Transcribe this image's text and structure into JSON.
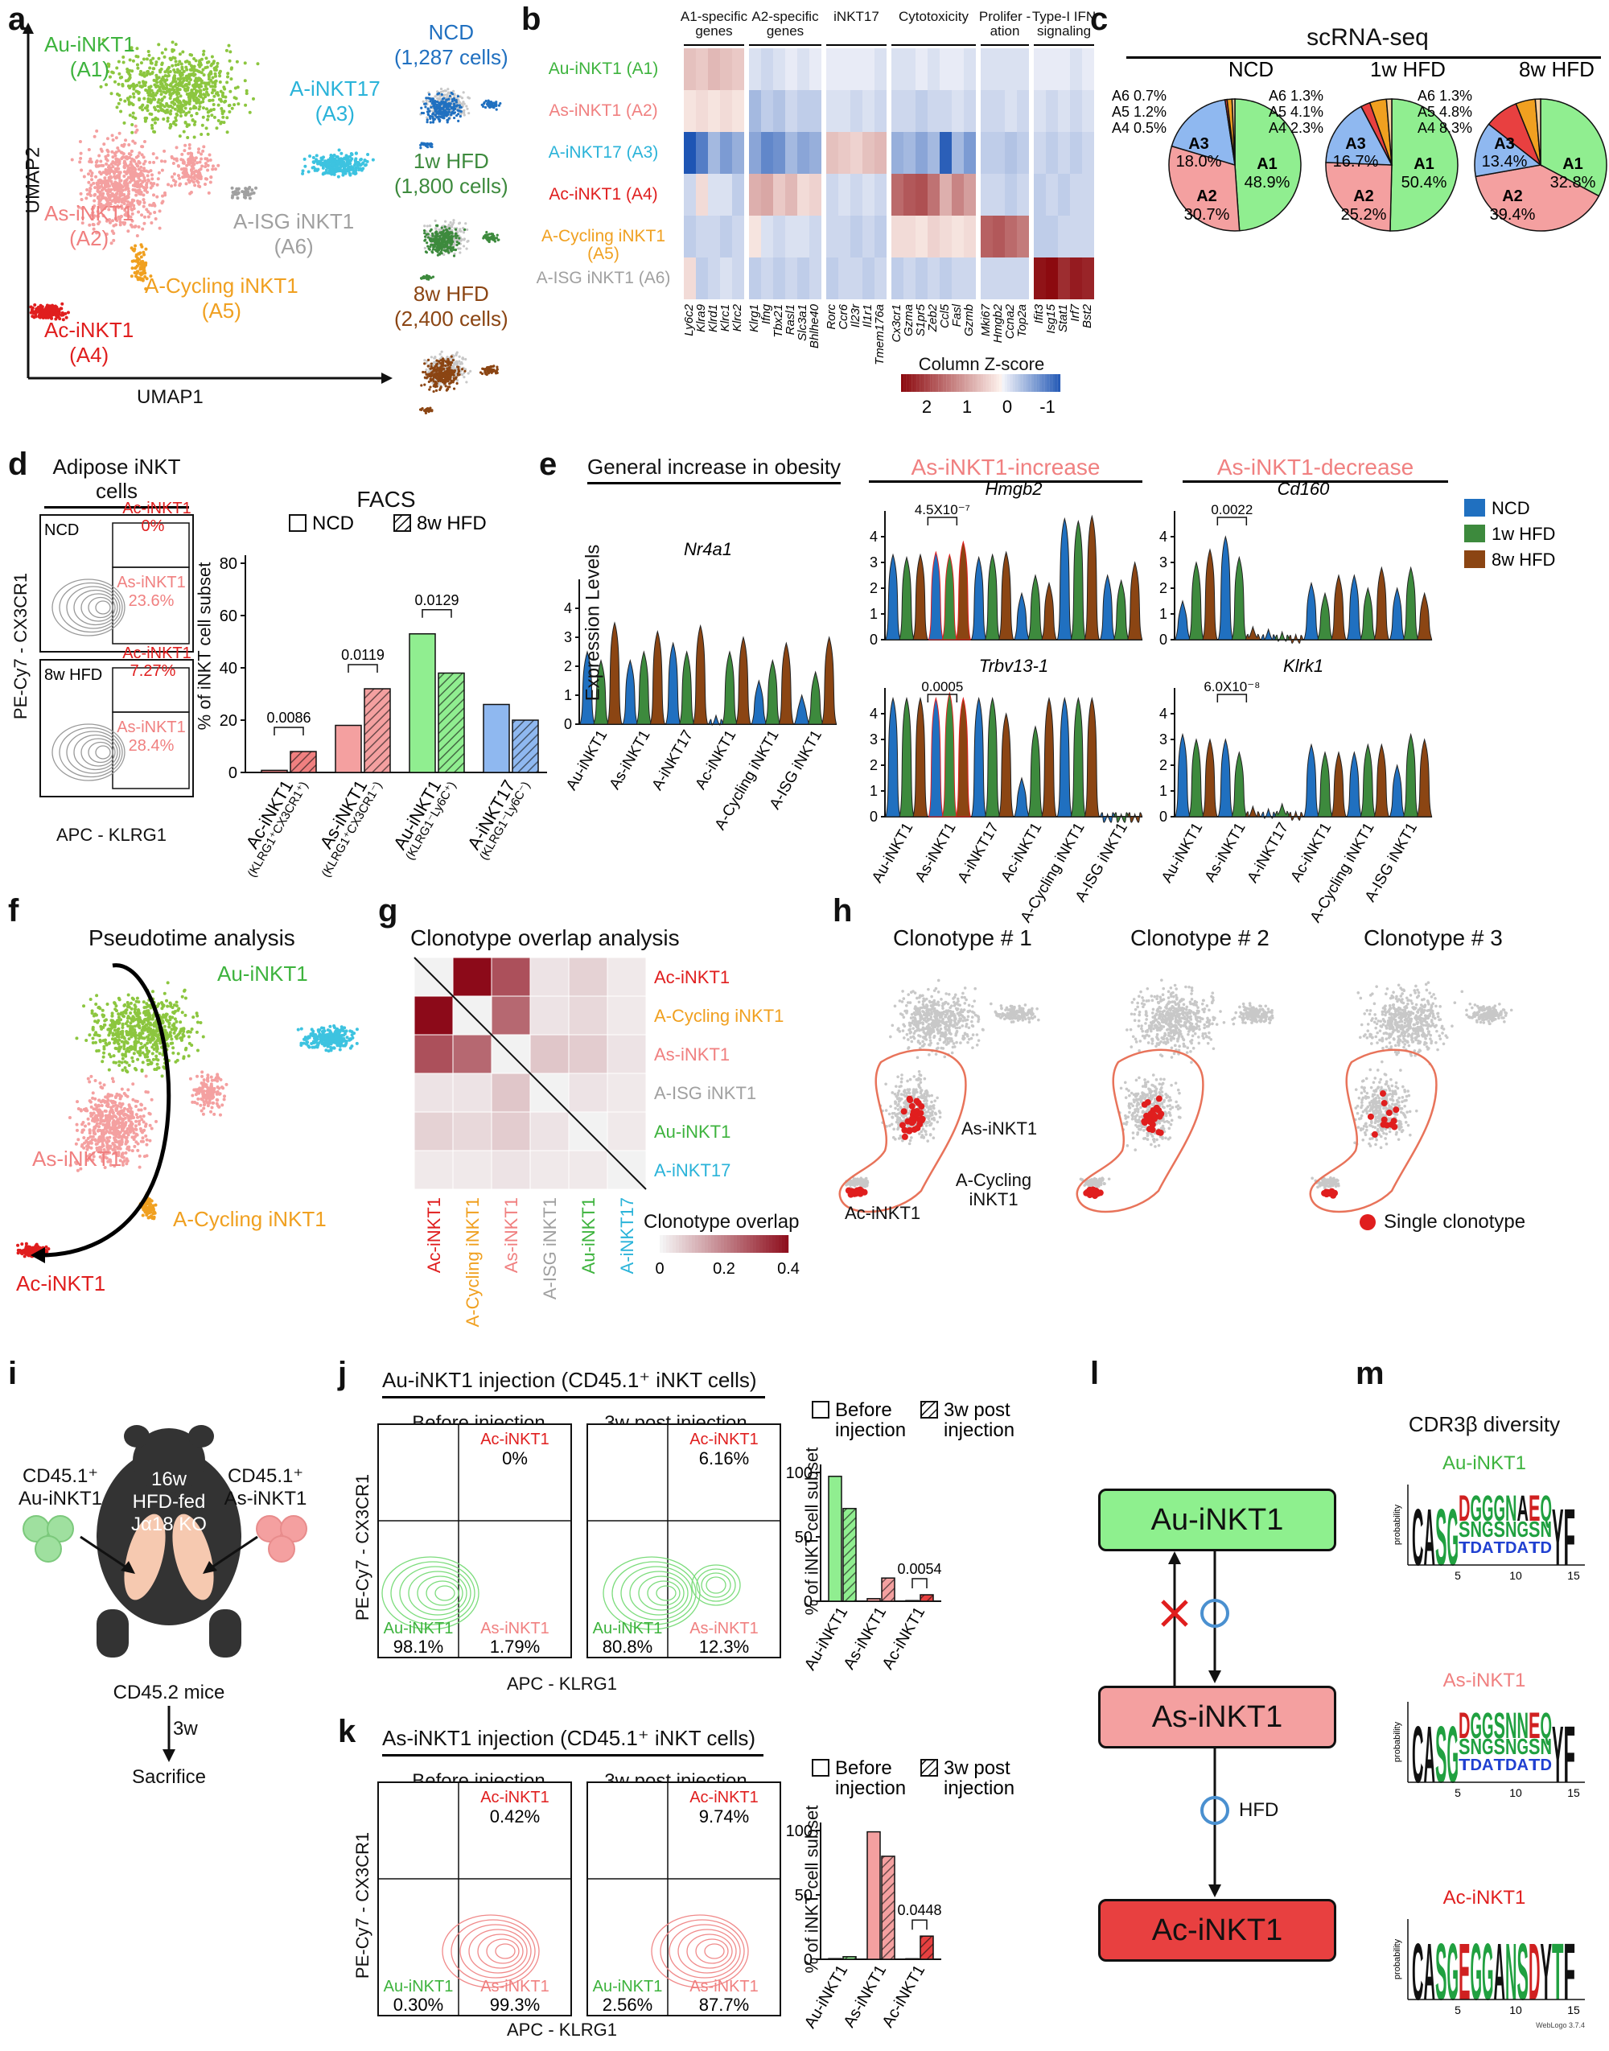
{
  "colors": {
    "au": "#3db33d",
    "as": "#f08080",
    "a17": "#2ab3d9",
    "ac": "#e01e1e",
    "cyc": "#f0a020",
    "isg": "#a0a0a0",
    "ncd": "#2070c0",
    "hfd1": "#3d8a3d",
    "hfd8": "#8b4513",
    "au_fill": "#8ef08e",
    "as_fill": "#f4a0a0",
    "ac_fill": "#e84040"
  },
  "a": {
    "label": "a",
    "umap1": "UMAP1",
    "umap2": "UMAP2",
    "clusters": [
      {
        "name": "Au-iNKT1",
        "code": "(A1)"
      },
      {
        "name": "A-iNKT17",
        "code": "(A3)"
      },
      {
        "name": "As-iNKT1",
        "code": "(A2)"
      },
      {
        "name": "A-ISG iNKT1",
        "code": "(A6)"
      },
      {
        "name": "A-Cycling iNKT1",
        "code": "(A5)"
      },
      {
        "name": "Ac-iNKT1",
        "code": "(A4)"
      }
    ],
    "conditions": [
      {
        "name": "NCD",
        "cells": "(1,287 cells)"
      },
      {
        "name": "1w HFD",
        "cells": "(1,800 cells)"
      },
      {
        "name": "8w HFD",
        "cells": "(2,400 cells)"
      }
    ]
  },
  "b": {
    "label": "b",
    "groups": [
      "A1-specific genes",
      "A2-specific genes",
      "iNKT17",
      "Cytotoxicity",
      "Prolifer -ation",
      "Type-I IFN signaling"
    ],
    "rows": [
      "Au-iNKT1 (A1)",
      "As-iNKT1 (A2)",
      "A-iNKT17 (A3)",
      "Ac-iNKT1 (A4)",
      "A-Cycling iNKT1 (A5)",
      "A-ISG iNKT1 (A6)"
    ],
    "genes": [
      [
        "Ly6c2",
        "Klra9",
        "Klrd1",
        "Klrc1",
        "Klrc2"
      ],
      [
        "Klrg1",
        "Ifng",
        "Tbx21",
        "Rasl1",
        "Slc3a1",
        "Bhlhe40"
      ],
      [
        "Rorc",
        "Ccr6",
        "Il23r",
        "Il1r1",
        "Tmem176a"
      ],
      [
        "Cx3cr1",
        "Gzma",
        "S1pr5",
        "Zeb2",
        "Ccl5",
        "Fasl",
        "Gzmb"
      ],
      [
        "Mki67",
        "Hmgb2",
        "Ccna2",
        "Top2a"
      ],
      [
        "Ifit3",
        "Isg15",
        "Stat1",
        "Irf7",
        "Bst2"
      ]
    ],
    "matrix": [
      [
        0.6,
        0.5,
        0.7,
        0.6,
        0.5,
        -0.2,
        -0.3,
        -0.2,
        -0.1,
        -0.2,
        -0.1,
        -0.1,
        -0.1,
        -0.1,
        -0.1,
        -0.2,
        -0.2,
        -0.2,
        -0.1,
        -0.2,
        -0.1,
        -0.1,
        -0.2,
        -0.2,
        -0.2,
        -0.2,
        -0.2,
        -0.1,
        -0.1,
        -0.1,
        -0.2,
        -0.1
      ],
      [
        0.2,
        0.3,
        0.2,
        0.3,
        0.2,
        -0.6,
        -0.4,
        -0.5,
        -0.3,
        -0.4,
        -0.4,
        -0.2,
        -0.2,
        -0.3,
        -0.2,
        -0.3,
        -0.3,
        -0.3,
        -0.4,
        -0.3,
        -0.3,
        -0.2,
        -0.3,
        -0.3,
        -0.3,
        -0.2,
        -0.3,
        -0.2,
        -0.3,
        -0.2,
        -0.3,
        -0.2
      ],
      [
        -1.6,
        -1.2,
        -0.6,
        -0.9,
        -0.7,
        -0.8,
        -1.1,
        -1.0,
        -0.6,
        -0.8,
        -0.7,
        0.6,
        0.5,
        0.4,
        0.6,
        0.7,
        -0.7,
        -0.6,
        -0.8,
        -0.6,
        -1.5,
        -0.6,
        -0.9,
        -0.4,
        -0.4,
        -0.5,
        -0.4,
        -0.3,
        -0.4,
        -0.3,
        -0.4,
        -0.3
      ],
      [
        -0.3,
        0.3,
        -0.2,
        -0.2,
        -0.4,
        0.8,
        0.9,
        0.5,
        0.7,
        0.3,
        0.4,
        -0.3,
        -0.2,
        -0.3,
        -0.2,
        -0.3,
        1.6,
        1.8,
        1.9,
        1.5,
        0.8,
        1.3,
        1.0,
        -0.3,
        -0.3,
        -0.4,
        -0.3,
        -0.4,
        -0.3,
        -0.4,
        -0.3,
        -0.3
      ],
      [
        -0.4,
        -0.3,
        -0.3,
        -0.4,
        -0.3,
        0.2,
        -0.2,
        -0.3,
        -0.2,
        -0.2,
        -0.3,
        -0.3,
        -0.3,
        -0.4,
        -0.3,
        -0.4,
        0.3,
        0.3,
        0.2,
        0.4,
        0.3,
        0.2,
        0.3,
        1.7,
        1.8,
        1.6,
        1.4,
        -0.4,
        -0.4,
        -0.3,
        -0.3,
        -0.3
      ],
      [
        0.3,
        -0.4,
        -0.3,
        -0.2,
        -0.3,
        -0.4,
        -0.3,
        -0.4,
        -0.3,
        -0.4,
        -0.3,
        -0.4,
        -0.3,
        -0.3,
        -0.4,
        -0.3,
        -0.4,
        -0.3,
        -0.4,
        -0.3,
        -0.4,
        -0.3,
        -0.3,
        -0.3,
        -0.3,
        -0.3,
        -0.3,
        2.6,
        2.7,
        2.3,
        2.5,
        2.4
      ]
    ],
    "scale_title": "Column Z-score",
    "scale_ticks": [
      "2",
      "1",
      "0",
      "-1"
    ]
  },
  "c": {
    "label": "c",
    "title": "scRNA-seq",
    "pies": [
      {
        "name": "NCD",
        "slices": [
          48.9,
          30.7,
          18.0,
          0.5,
          1.2,
          0.7
        ],
        "labels": [
          "A1 48.9%",
          "A2 30.7%",
          "A3 18.0%",
          "A4 0.5%",
          "A5 1.2%",
          "A6 0.7%"
        ]
      },
      {
        "name": "1w HFD",
        "slices": [
          50.4,
          25.2,
          16.7,
          2.3,
          4.1,
          1.3
        ],
        "labels": [
          "A1 50.4%",
          "A2 25.2%",
          "A3 16.7%",
          "A4 2.3%",
          "A5 4.1%",
          "A6 1.3%"
        ]
      },
      {
        "name": "8w HFD",
        "slices": [
          32.8,
          39.4,
          13.4,
          8.3,
          4.8,
          1.3
        ],
        "labels": [
          "A1 32.8%",
          "A2 39.4%",
          "A3 13.4%",
          "A4 8.3%",
          "A5 4.8%",
          "A6 1.3%"
        ]
      }
    ]
  },
  "d": {
    "label": "d",
    "title": "Adipose iNKT cells",
    "facs": "FACS",
    "ylab": "PE-Cy7 - CX3CR1",
    "xlab": "APC - KLRG1",
    "gates": [
      {
        "cond": "NCD",
        "ac": "0%",
        "as": "23.6%"
      },
      {
        "cond": "8w HFD",
        "ac": "7.27%",
        "as": "28.4%"
      }
    ],
    "ac_name": "Ac-iNKT1",
    "as_name": "As-iNKT1",
    "legend": [
      "NCD",
      "8w HFD"
    ],
    "bar_ylab": "% of iNKT cell subset",
    "groups": [
      {
        "name": "Ac-iNKT1",
        "sub": "(KLRG1⁺CX3CR1⁺)",
        "ncd": 0.8,
        "hfd": 8.0,
        "p": "0.0086"
      },
      {
        "name": "As-iNKT1",
        "sub": "(KLRG1⁺CX3CR1⁻)",
        "ncd": 18,
        "hfd": 32,
        "p": "0.0119"
      },
      {
        "name": "Au-iNKT1",
        "sub": "(KLRG1⁻Ly6C⁺)",
        "ncd": 53,
        "hfd": 38,
        "p": "0.0129"
      },
      {
        "name": "A-iNKT17",
        "sub": "(KLRG1⁻Ly6C⁻)",
        "ncd": 26,
        "hfd": 20,
        "p": ""
      }
    ],
    "yticks": [
      "0",
      "20",
      "40",
      "60",
      "80"
    ]
  },
  "e": {
    "label": "e",
    "general": "General increase in obesity",
    "increase": "As-iNKT1-increase",
    "decrease": "As-iNKT1-decrease",
    "ylab": "Expression Levels",
    "genes": [
      "Nr4a1",
      "Hmgb2",
      "Cd160",
      "Trbv13-1",
      "Klrk1"
    ],
    "pvals": [
      "4.5X10⁻⁷",
      "0.0022",
      "0.0005",
      "6.0X10⁻⁸"
    ],
    "xcats": [
      "Au-iNKT1",
      "As-iNKT1",
      "A-iNKT17",
      "Ac-iNKT1",
      "A-Cycling iNKT1",
      "A-ISG iNKT1"
    ],
    "legend": [
      "NCD",
      "1w HFD",
      "8w HFD"
    ],
    "yticks": [
      "0",
      "1",
      "2",
      "3",
      "4"
    ]
  },
  "f": {
    "label": "f",
    "title": "Pseudotime analysis",
    "clusters": [
      "Au-iNKT1",
      "As-iNKT1",
      "A-Cycling iNKT1",
      "Ac-iNKT1"
    ]
  },
  "g": {
    "label": "g",
    "title": "Clonotype overlap analysis",
    "labels": [
      "Ac-iNKT1",
      "A-Cycling iNKT1",
      "As-iNKT1",
      "A-ISG iNKT1",
      "Au-iNKT1",
      "A-iNKT17"
    ],
    "matrix": [
      [
        0.0,
        0.4,
        0.28,
        0.03,
        0.06,
        0.02
      ],
      [
        0.4,
        0.0,
        0.24,
        0.03,
        0.05,
        0.02
      ],
      [
        0.28,
        0.24,
        0.0,
        0.08,
        0.07,
        0.03
      ],
      [
        0.03,
        0.03,
        0.08,
        0.0,
        0.03,
        0.02
      ],
      [
        0.06,
        0.05,
        0.07,
        0.03,
        0.0,
        0.02
      ],
      [
        0.02,
        0.02,
        0.03,
        0.02,
        0.02,
        0.0
      ]
    ],
    "scale_title": "Clonotype overlap",
    "scale_ticks": [
      "0",
      "0.2",
      "0.4"
    ]
  },
  "h": {
    "label": "h",
    "titles": [
      "Clonotype # 1",
      "Clonotype # 2",
      "Clonotype # 3"
    ],
    "ann": [
      "As-iNKT1",
      "A-Cycling iNKT1",
      "Ac-iNKT1"
    ],
    "legend": "Single clonotype"
  },
  "i": {
    "label": "i",
    "left": [
      "CD45.1⁺",
      "Au-iNKT1"
    ],
    "right": [
      "CD45.1⁺",
      "As-iNKT1"
    ],
    "mouse": [
      "16w",
      "HFD-fed",
      "Jα18 KO"
    ],
    "bottom": "CD45.2 mice",
    "time": "3w",
    "end": "Sacrifice"
  },
  "j": {
    "label": "j",
    "title": "Au-iNKT1 injection (CD45.1⁺ iNKT cells)",
    "before": "Before injection",
    "after": "3w post injection",
    "ylab": "PE-Cy7 - CX3CR1",
    "xlab": "APC - KLRG1",
    "q_before": {
      "ac": "0%",
      "au": "98.1%",
      "as": "1.79%"
    },
    "q_after": {
      "ac": "6.16%",
      "au": "80.8%",
      "as": "12.3%"
    },
    "legend": [
      "Before injection",
      "3w post injection"
    ],
    "bar_ylab": "% of iNKT cell subset",
    "cats": [
      "Au-iNKT1",
      "As-iNKT1",
      "Ac-iNKT1"
    ],
    "before_vals": [
      97,
      2,
      0.5
    ],
    "after_vals": [
      72,
      18,
      5
    ],
    "p": "0.0054",
    "yticks": [
      "0",
      "50",
      "100"
    ]
  },
  "k": {
    "label": "k",
    "title": "As-iNKT1 injection (CD45.1⁺ iNKT cells)",
    "before": "Before injection",
    "after": "3w post injection",
    "ylab": "PE-Cy7 - CX3CR1",
    "xlab": "APC - KLRG1",
    "q_before": {
      "ac": "0.42%",
      "au": "0.30%",
      "as": "99.3%"
    },
    "q_after": {
      "ac": "9.74%",
      "au": "2.56%",
      "as": "87.7%"
    },
    "legend": [
      "Before injection",
      "3w post injection"
    ],
    "bar_ylab": "% of iNKT cell subset",
    "cats": [
      "Au-iNKT1",
      "As-iNKT1",
      "Ac-iNKT1"
    ],
    "before_vals": [
      0.5,
      99,
      0.4
    ],
    "after_vals": [
      2,
      80,
      18
    ],
    "p": "0.0448",
    "yticks": [
      "0",
      "50",
      "100"
    ]
  },
  "l": {
    "label": "l",
    "nodes": [
      "Au-iNKT1",
      "As-iNKT1",
      "Ac-iNKT1"
    ],
    "hfd": "HFD"
  },
  "m": {
    "label": "m",
    "title": "CDR3β diversity",
    "logos": [
      {
        "name": "Au-iNKT1",
        "seq": "CASGDGGGNAEQYF"
      },
      {
        "name": "As-iNKT1",
        "seq": "CASGDGGSNNEQYF"
      },
      {
        "name": "Ac-iNKT1",
        "seq": "CASGEGGANSDYTF"
      }
    ],
    "ylab": "probability",
    "ticks": [
      "5",
      "10",
      "15"
    ],
    "credit": "WebLogo 3.7.4"
  }
}
